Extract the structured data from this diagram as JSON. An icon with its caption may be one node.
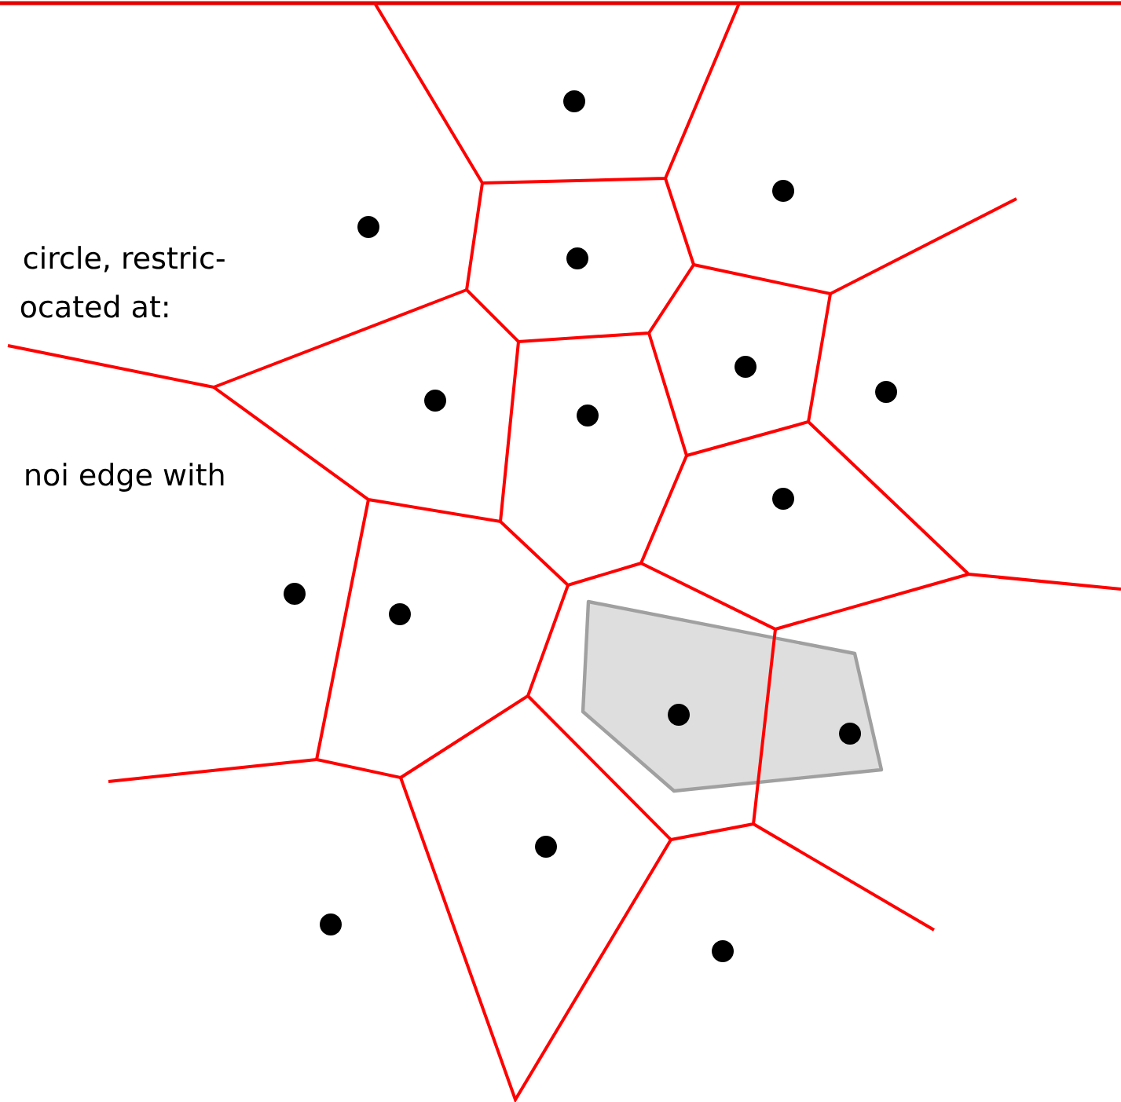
{
  "diagram": {
    "labels": [
      "circle, restric-",
      "ocated at:",
      "noi edge with"
    ]
  }
}
